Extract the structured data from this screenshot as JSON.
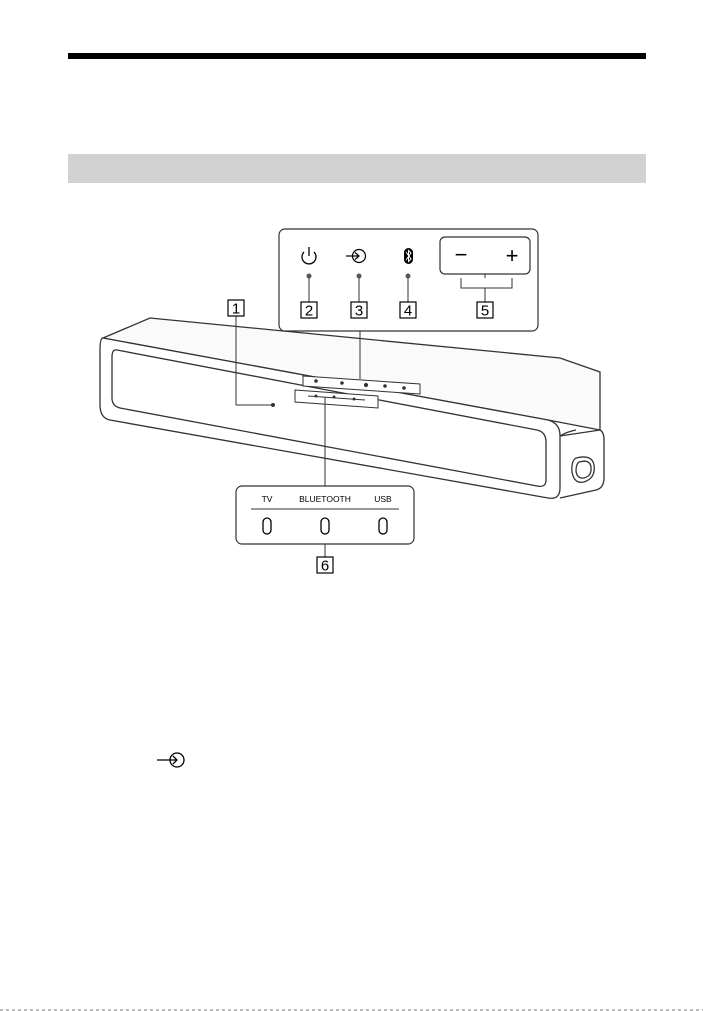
{
  "callouts": {
    "n1": "1",
    "n2": "2",
    "n3": "3",
    "n4": "4",
    "n5": "5",
    "n6": "6"
  },
  "top_panel": {
    "icons": [
      "power-icon",
      "input-icon",
      "bluetooth-icon"
    ],
    "volume_minus": "−",
    "volume_plus": "+"
  },
  "bottom_panel": {
    "tv_label": "TV",
    "bluetooth_label": "BLUETOOTH",
    "usb_label": "USB"
  },
  "colors": {
    "text": "#000000",
    "section_bar": "#d2d2d2",
    "line_art": "#333333"
  }
}
